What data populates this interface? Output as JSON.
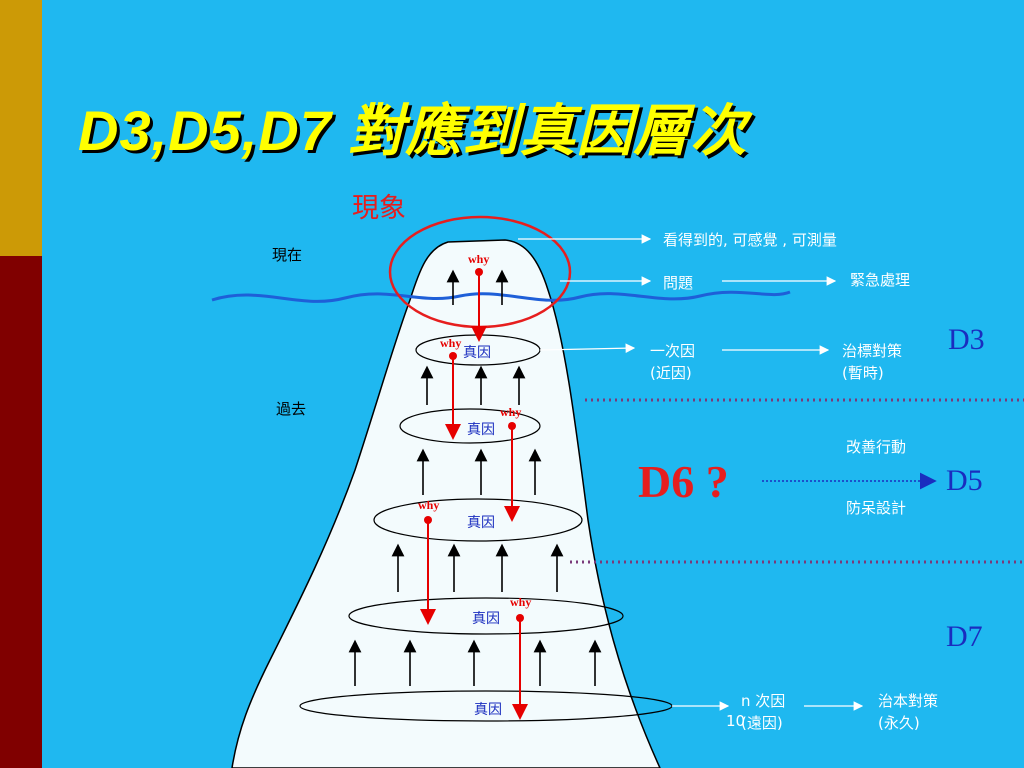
{
  "slide": {
    "title": "D3,D5,D7 對應到真因層次",
    "phenomenon_label": "現象",
    "present_label": "現在",
    "past_label": "過去",
    "why_label": "why",
    "true_cause_label": "真因",
    "d6_label": "D6 ?",
    "d3_label": "D3",
    "d5_label": "D5",
    "d7_label": "D7",
    "visible_text": "看得到的, 可感覺 , 可測量",
    "problem_text": "問題",
    "urgent_text": "緊急處理",
    "primary_cause_line1": "一次因",
    "primary_cause_line2": "(近因)",
    "symptom_action_line1": "治標對策",
    "symptom_action_line2": "(暫時)",
    "improve_action": "改善行動",
    "mistake_proof": "防呆設計",
    "nth_cause_line1": "n 次因",
    "nth_cause_line2": "(遠因)",
    "nth_cause_prefix": "10",
    "root_action_line1": "治本對策",
    "root_action_line2": "(永久)"
  },
  "colors": {
    "background": "#1fb8f0",
    "title": "#ffff00",
    "accent_red": "#e61e1e",
    "d_label_blue": "#1a2dbf",
    "dotted_line": "#7a3a7a",
    "water_line": "#1e5fd8"
  }
}
